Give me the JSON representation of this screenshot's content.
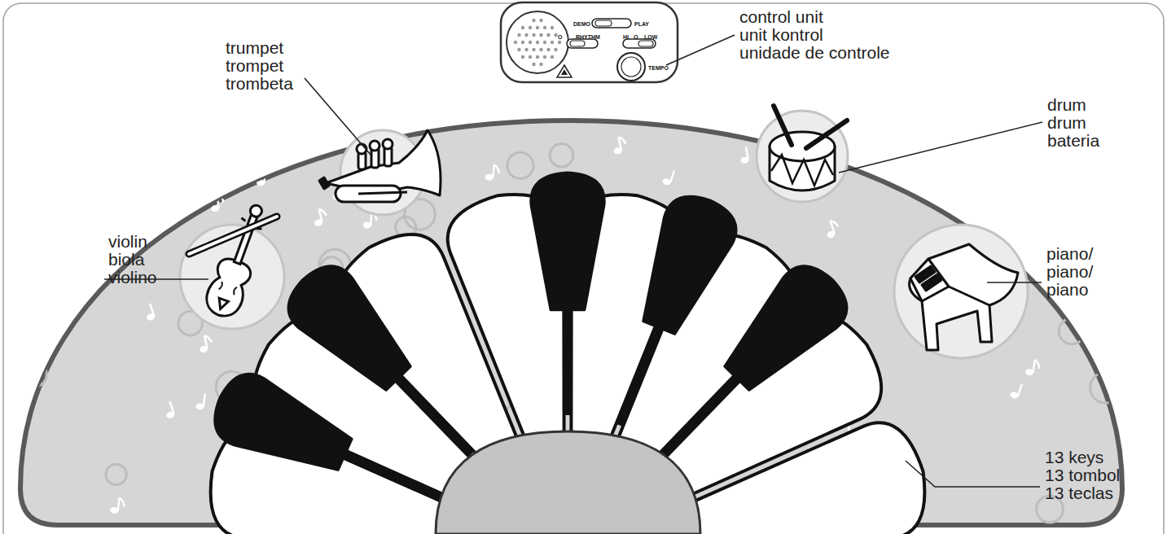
{
  "diagram": {
    "labels": [
      "control unit",
      "unit kontrol",
      "unidade de controle",
      "DEMO",
      "PLAY",
      "O",
      "RHYTHM",
      "HI",
      "O",
      "LOW",
      "TEMPO",
      "trumpet",
      "trompet",
      "trombeta",
      "drum",
      "drum",
      "bateria",
      "violin",
      "biola",
      "violino",
      "piano/",
      "piano/",
      "piano",
      "13 keys",
      "13 tombol",
      "13 teclas"
    ]
  }
}
